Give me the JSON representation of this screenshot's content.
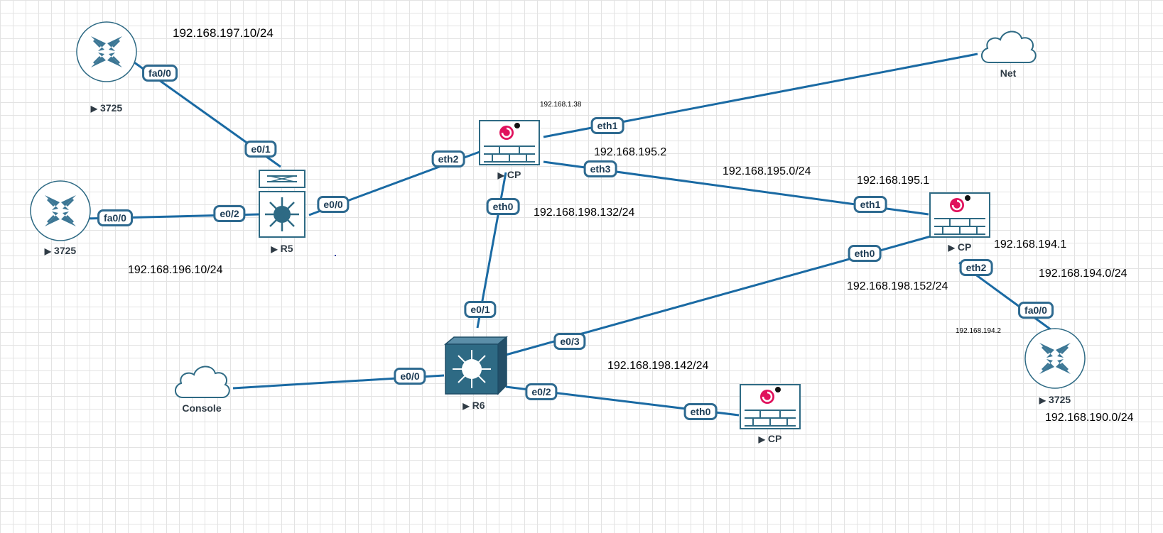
{
  "colors": {
    "link": "#1a6aa3",
    "port_border": "#2e6a90",
    "device_fill": "#2e6a84",
    "checkpoint_accent": "#e0125c"
  },
  "nodes": {
    "router_top_left": {
      "name": "3725",
      "icon": "router-icon"
    },
    "router_mid_left": {
      "name": "3725",
      "icon": "router-icon"
    },
    "r5": {
      "name": "R5",
      "icon": "switch-icon"
    },
    "cp_top": {
      "name": "CP",
      "icon": "checkpoint-firewall-icon"
    },
    "cp_right": {
      "name": "CP",
      "icon": "checkpoint-firewall-icon"
    },
    "cp_bottom": {
      "name": "CP",
      "icon": "checkpoint-firewall-icon"
    },
    "r6": {
      "name": "R6",
      "icon": "l3-switch-icon"
    },
    "net": {
      "name": "Net",
      "icon": "cloud-icon"
    },
    "console": {
      "name": "Console",
      "icon": "cloud-icon"
    },
    "router_right": {
      "name": "3725",
      "icon": "router-icon"
    }
  },
  "ports": {
    "rtl_fa00": "fa0/0",
    "r5_e01": "e0/1",
    "rml_fa00": "fa0/0",
    "r5_e02": "e0/2",
    "r5_e00": "e0/0",
    "cpt_eth2": "eth2",
    "cpt_eth1": "eth1",
    "cpt_eth3": "eth3",
    "cpt_eth0": "eth0",
    "cpr_eth1": "eth1",
    "cpr_eth0": "eth0",
    "cpr_eth2": "eth2",
    "rr_fa00": "fa0/0",
    "r6_e01": "e0/1",
    "r6_e03": "e0/3",
    "r6_e00": "e0/0",
    "r6_e02": "e0/2",
    "cpb_eth0": "eth0"
  },
  "labels": {
    "net_197": "192.168.197.10/24",
    "net_196": "192.168.196.10/24",
    "ip_1_38": "192.168.1.38",
    "ip_195_2": "192.168.195.2",
    "net_195": "192.168.195.0/24",
    "ip_195_1": "192.168.195.1",
    "net_198_132": "192.168.198.132/24",
    "ip_194_1": "192.168.194.1",
    "net_194": "192.168.194.0/24",
    "net_198_152": "192.168.198.152/24",
    "ip_194_2": "192.168.194.2",
    "net_198_142": "192.168.198.142/24",
    "net_190": "192.168.190.0/24"
  }
}
